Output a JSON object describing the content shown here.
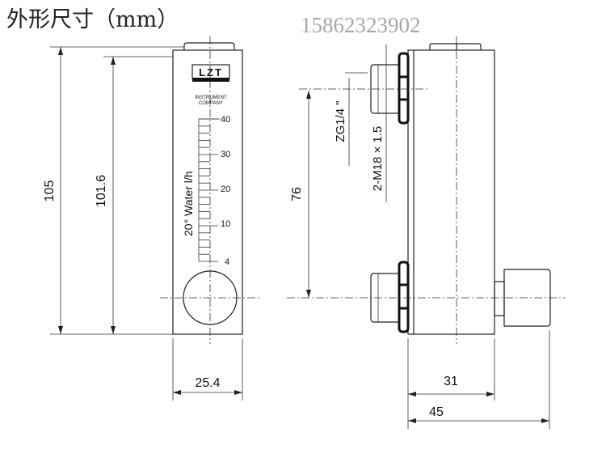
{
  "title": "外形尺寸（mm）",
  "phone": "15862323902",
  "front_view": {
    "logo": "LZT",
    "company_line1": "INSTRUMENT",
    "company_line2": "COMPANY",
    "scale_label": "20°  Water l/h",
    "scale_ticks": [
      "40",
      "30",
      "20",
      "10",
      "4"
    ]
  },
  "dimensions": {
    "height_total": "105",
    "height_inner": "101.6",
    "width_front": "25.4",
    "port_spacing": "76",
    "thread_zg": "ZG1/4 \"",
    "thread_m": "2-M18 × 1.5",
    "depth_body": "31",
    "depth_total": "45"
  }
}
